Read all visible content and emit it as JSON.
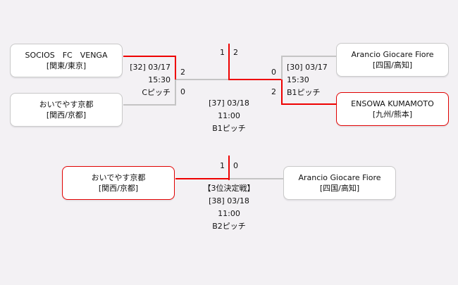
{
  "semifinals": [
    {
      "match_no": "[32]",
      "date": "03/17",
      "time": "15:30",
      "pitch": "Cピッチ",
      "team_a": {
        "name": "SOCIOS　FC　VENGA",
        "region": "[関東/東京]",
        "score": "2",
        "winner": true
      },
      "team_b": {
        "name": "おいでやす京都",
        "region": "[関西/京都]",
        "score": "0",
        "winner": false
      }
    },
    {
      "match_no": "[30]",
      "date": "03/17",
      "time": "15:30",
      "pitch": "B1ピッチ",
      "team_a": {
        "name": "Arancio Giocare Fiore",
        "region": "[四国/高知]",
        "score": "0",
        "winner": false
      },
      "team_b": {
        "name": "ENSOWA KUMAMOTO",
        "region": "[九州/熊本]",
        "score": "2",
        "winner": true
      }
    }
  ],
  "final": {
    "match_no": "[37]",
    "date": "03/18",
    "time": "11:00",
    "pitch": "B1ピッチ",
    "score_left": "1",
    "score_right": "2"
  },
  "third_place": {
    "title": "【3位決定戦】",
    "match_no": "[38]",
    "date": "03/18",
    "time": "11:00",
    "pitch": "B2ピッチ",
    "team_a": {
      "name": "おいでやす京都",
      "region": "[関西/京都]",
      "score": "1",
      "winner": true
    },
    "team_b": {
      "name": "Arancio Giocare Fiore",
      "region": "[四国/高知]",
      "score": "0",
      "winner": false
    }
  },
  "colors": {
    "winner_line": "#ee0000",
    "loser_line": "#c4c4c4",
    "background": "#f3f1f4"
  }
}
